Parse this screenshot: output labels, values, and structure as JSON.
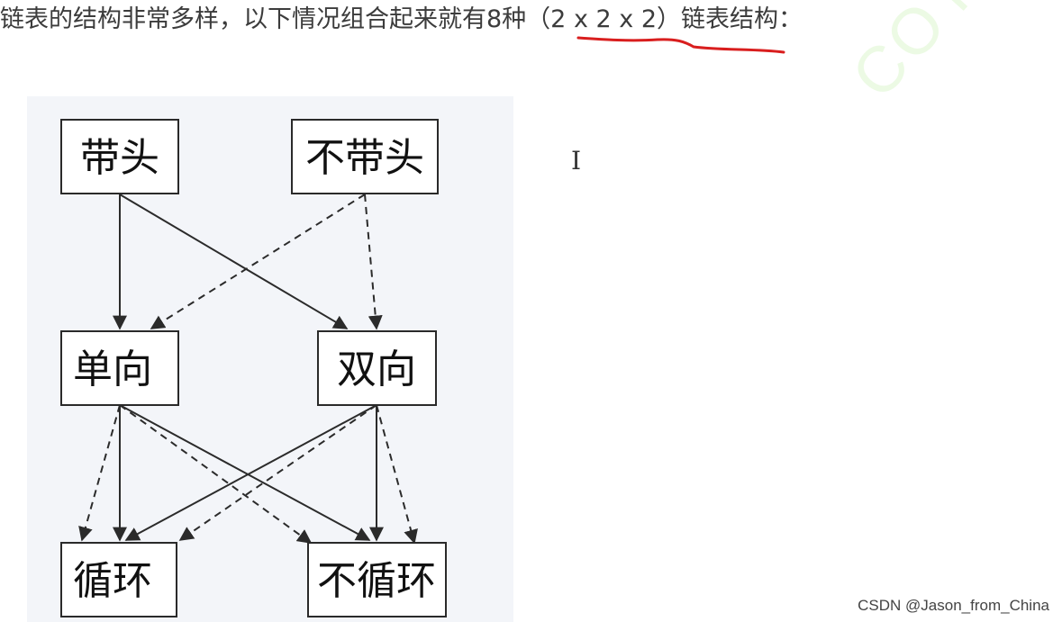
{
  "header": {
    "text": "链表的结构非常多样，以下情况组合起来就有8种（2 x 2 x 2）链表结构："
  },
  "diagram": {
    "nodes": {
      "head": "带头",
      "no_head": "不带头",
      "single": "单向",
      "double": "双向",
      "circular": "循环",
      "non_circular": "不循环"
    },
    "edges": [
      {
        "from": "head",
        "to": "single",
        "style": "solid"
      },
      {
        "from": "head",
        "to": "double",
        "style": "solid"
      },
      {
        "from": "no_head",
        "to": "single",
        "style": "dashed"
      },
      {
        "from": "no_head",
        "to": "double",
        "style": "dashed"
      },
      {
        "from": "single",
        "to": "circular",
        "style": "solid"
      },
      {
        "from": "single",
        "to": "circular",
        "style": "dashed"
      },
      {
        "from": "single",
        "to": "non_circular",
        "style": "solid"
      },
      {
        "from": "single",
        "to": "non_circular",
        "style": "dashed"
      },
      {
        "from": "double",
        "to": "circular",
        "style": "solid"
      },
      {
        "from": "double",
        "to": "circular",
        "style": "dashed"
      },
      {
        "from": "double",
        "to": "non_circular",
        "style": "solid"
      },
      {
        "from": "double",
        "to": "non_circular",
        "style": "dashed"
      }
    ]
  },
  "watermark": {
    "text": "COYCEC"
  },
  "credit": {
    "text": "CSDN @Jason_from_China"
  },
  "colors": {
    "annotation_red": "#d91e1e",
    "panel_bg": "#f3f5f9",
    "text_dark": "#3c3c3c"
  },
  "icons": {
    "cursor": "text-cursor-icon"
  }
}
